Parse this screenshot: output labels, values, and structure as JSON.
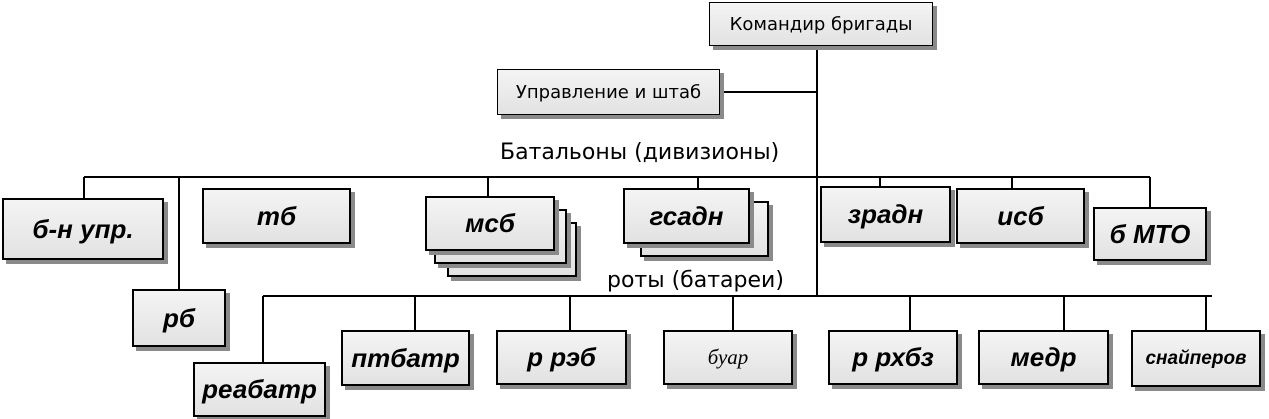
{
  "top": {
    "commander": "Командир бригады",
    "hq": "Управление и штаб"
  },
  "labels": {
    "battalions": "Батальоны (дивизионы)",
    "companies": "роты (батареи)"
  },
  "battalions": {
    "b_upr": "б-н упр.",
    "rb": "рб",
    "tb": "тб",
    "msb": "мсб",
    "gsadn": "гсадн",
    "zradn": "зрадн",
    "isb": "исб",
    "b_mto": "б МТО"
  },
  "companies": {
    "reabatr": "реабатр",
    "ptbatr": "птбатр",
    "r_reb": "р рэб",
    "buar": "буар",
    "r_rhbz": "р рхбз",
    "medr": "медр",
    "snipers": "снайперов"
  }
}
